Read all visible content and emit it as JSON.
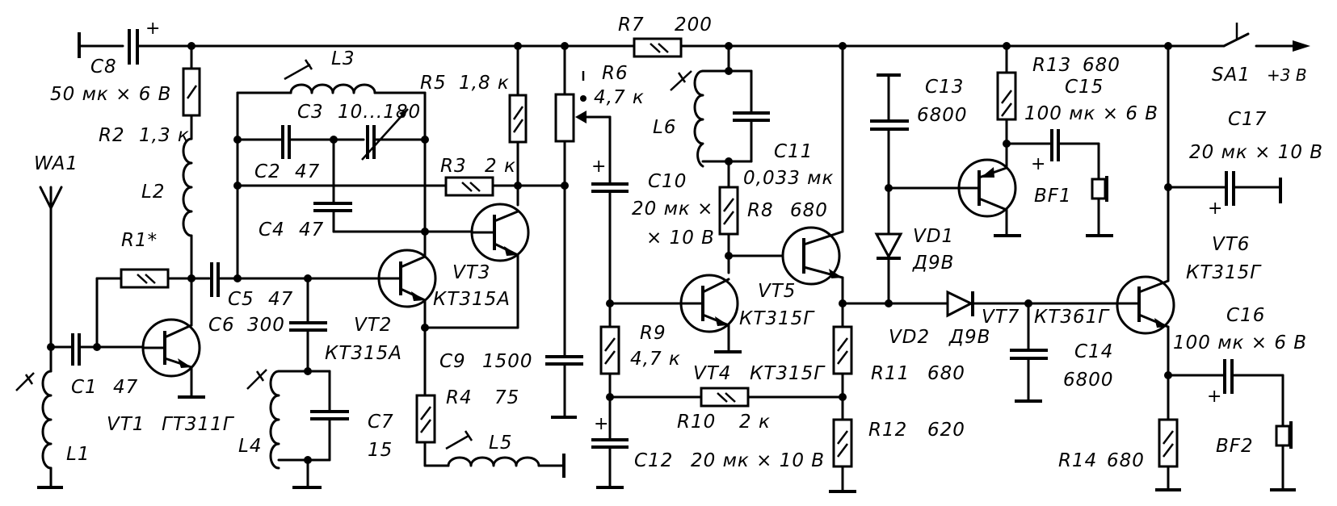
{
  "title": "Radio receiver schematic",
  "supply": {
    "switch": "SA1",
    "voltage": "+3 В"
  },
  "antenna": {
    "ref": "WA1"
  },
  "resistors": [
    {
      "ref": "R1*",
      "value": ""
    },
    {
      "ref": "R2",
      "value": "1,3 к"
    },
    {
      "ref": "R3",
      "value": "2 к"
    },
    {
      "ref": "R4",
      "value": "75"
    },
    {
      "ref": "R5",
      "value": "1,8 к"
    },
    {
      "ref": "R6",
      "value": "4,7 к"
    },
    {
      "ref": "R7",
      "value": "200"
    },
    {
      "ref": "R8",
      "value": "680"
    },
    {
      "ref": "R9",
      "value": "4,7 к"
    },
    {
      "ref": "R10",
      "value": "2 к"
    },
    {
      "ref": "R11",
      "value": "680"
    },
    {
      "ref": "R12",
      "value": "620"
    },
    {
      "ref": "R13",
      "value": "680"
    },
    {
      "ref": "R14",
      "value": "680"
    }
  ],
  "capacitors": [
    {
      "ref": "C1",
      "value": "47"
    },
    {
      "ref": "C2",
      "value": "47"
    },
    {
      "ref": "C3",
      "value": "10...180"
    },
    {
      "ref": "C4",
      "value": "47"
    },
    {
      "ref": "C5",
      "value": "47"
    },
    {
      "ref": "C6",
      "value": "300"
    },
    {
      "ref": "C7",
      "value": "15"
    },
    {
      "ref": "C8",
      "value": "50 мк × 6 В"
    },
    {
      "ref": "C9",
      "value": "1500"
    },
    {
      "ref": "C10",
      "value": "20 мк ×",
      "value2": "× 10 В"
    },
    {
      "ref": "C11",
      "value": "0,033 мк"
    },
    {
      "ref": "C12",
      "value": "20 мк × 10 В"
    },
    {
      "ref": "C13",
      "value": "6800"
    },
    {
      "ref": "C14",
      "value": "6800"
    },
    {
      "ref": "C15",
      "value": "100 мк × 6 В"
    },
    {
      "ref": "C16",
      "value": "100 мк × 6 В"
    },
    {
      "ref": "C17",
      "value": "20 мк × 10 В"
    }
  ],
  "inductors": [
    {
      "ref": "L1"
    },
    {
      "ref": "L2"
    },
    {
      "ref": "L3"
    },
    {
      "ref": "L4"
    },
    {
      "ref": "L5"
    },
    {
      "ref": "L6"
    }
  ],
  "transistors": [
    {
      "ref": "VT1",
      "type": "ГТ311Г"
    },
    {
      "ref": "VT2",
      "type": "КТ315А"
    },
    {
      "ref": "VT3",
      "type": "КТ315А"
    },
    {
      "ref": "VT4",
      "type": "КТ315Г"
    },
    {
      "ref": "VT5",
      "type": "КТ315Г"
    },
    {
      "ref": "VT6",
      "type": "КТ315Г"
    },
    {
      "ref": "VT7",
      "type": "КТ361Г"
    }
  ],
  "diodes": [
    {
      "ref": "VD1",
      "type": "Д9В"
    },
    {
      "ref": "VD2",
      "type": "Д9В"
    }
  ],
  "earphones": [
    {
      "ref": "BF1"
    },
    {
      "ref": "BF2"
    }
  ],
  "polarity_mark": "+"
}
